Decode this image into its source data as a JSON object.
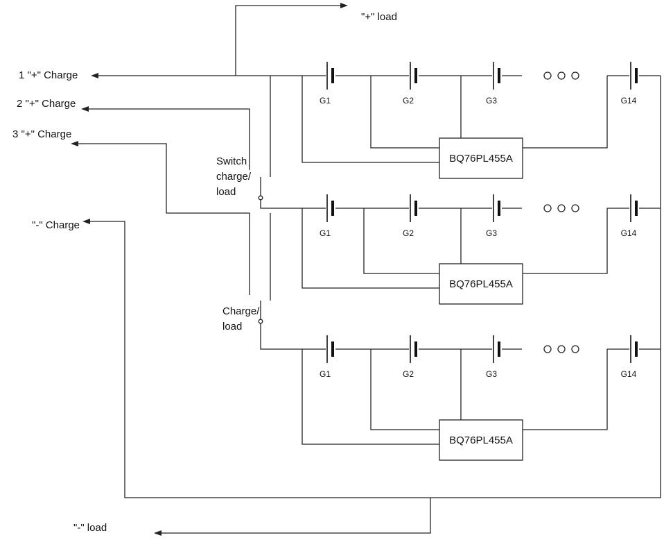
{
  "labels": {
    "plus_load": "\"+\" load",
    "charge_1": "1 \"+\" Charge",
    "charge_2": "2 \"+\" Charge",
    "charge_3": "3 \"+\" Charge",
    "minus_charge": "\"-\" Charge",
    "minus_load": "\"-\" load",
    "switch_1": [
      "Switch",
      "charge/",
      "load"
    ],
    "switch_2": [
      "Charge/",
      "load"
    ]
  },
  "rows": [
    {
      "cells": [
        "G1",
        "G2",
        "G3",
        "G14"
      ],
      "ic": "BQ76PL455A"
    },
    {
      "cells": [
        "G1",
        "G2",
        "G3",
        "G14"
      ],
      "ic": "BQ76PL455A"
    },
    {
      "cells": [
        "G1",
        "G2",
        "G3",
        "G14"
      ],
      "ic": "BQ76PL455A"
    }
  ]
}
